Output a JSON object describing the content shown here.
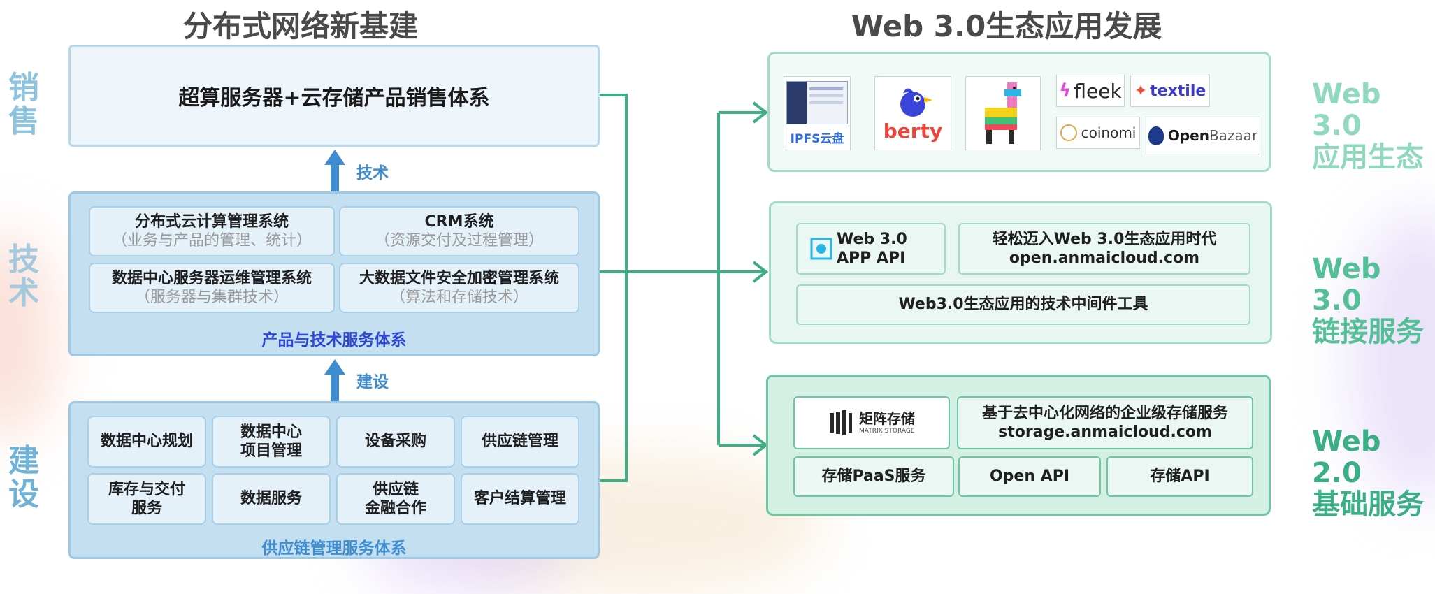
{
  "left_title": "分布式网络新基建",
  "right_title": "Web 3.0生态应用发展",
  "left_side": {
    "sales": [
      "销",
      "售"
    ],
    "tech": [
      "技",
      "术"
    ],
    "build": [
      "建",
      "设"
    ]
  },
  "right_side": {
    "ecosystem": [
      "Web 3.0",
      "应用生态"
    ],
    "link": [
      "Web 3.0",
      "链接服务"
    ],
    "base": [
      "Web 2.0",
      "基础服务"
    ]
  },
  "sales_box": "超算服务器+云存储产品销售体系",
  "arrow_tech": "技术",
  "arrow_build": "建设",
  "product_system": {
    "label": "产品与技术服务体系",
    "items": [
      {
        "title": "分布式云计算管理系统",
        "sub": "（业务与产品的管理、统计）"
      },
      {
        "title": "CRM系统",
        "sub": "（资源交付及过程管理）"
      },
      {
        "title": "数据中心服务器运维管理系统",
        "sub": "（服务器与集群技术）"
      },
      {
        "title": "大数据文件安全加密管理系统",
        "sub": "（算法和存储技术）"
      }
    ]
  },
  "supply_system": {
    "label": "供应链管理服务体系",
    "items": [
      [
        "数据中心规划"
      ],
      [
        "数据中心",
        "项目管理"
      ],
      [
        "设备采购"
      ],
      [
        "供应链管理"
      ],
      [
        "库存与交付",
        "服务"
      ],
      [
        "数据服务"
      ],
      [
        "供应链",
        "金融合作"
      ],
      [
        "客户结算管理"
      ]
    ]
  },
  "ecosystem_logos": {
    "ipfs": "IPFS云盘",
    "berty": "berty",
    "fleek": "fleek",
    "textile": "textile",
    "coinomi": "coinomi",
    "openbazaar_a": "Open",
    "openbazaar_b": "Bazaar"
  },
  "link_service": {
    "api": [
      "Web 3.0",
      "APP API"
    ],
    "open": [
      "轻松迈入Web 3.0生态应用时代",
      "open.anmaicloud.com"
    ],
    "middleware": "Web3.0生态应用的技术中间件工具"
  },
  "base_service": {
    "logo_name": "矩阵存储",
    "logo_sub": "MATRIX STORAGE",
    "storage": [
      "基于去中心化网络的企业级存储服务",
      "storage.anmaicloud.com"
    ],
    "paas": "存储PaaS服务",
    "openapi": "Open API",
    "storage_api": "存储API"
  },
  "colors": {
    "left_side": "#8ec3dd",
    "right_side": "#3fb58a",
    "connector": "#3fae87",
    "arrow": "#3f8cd1",
    "product_label": "#2f46d6"
  }
}
